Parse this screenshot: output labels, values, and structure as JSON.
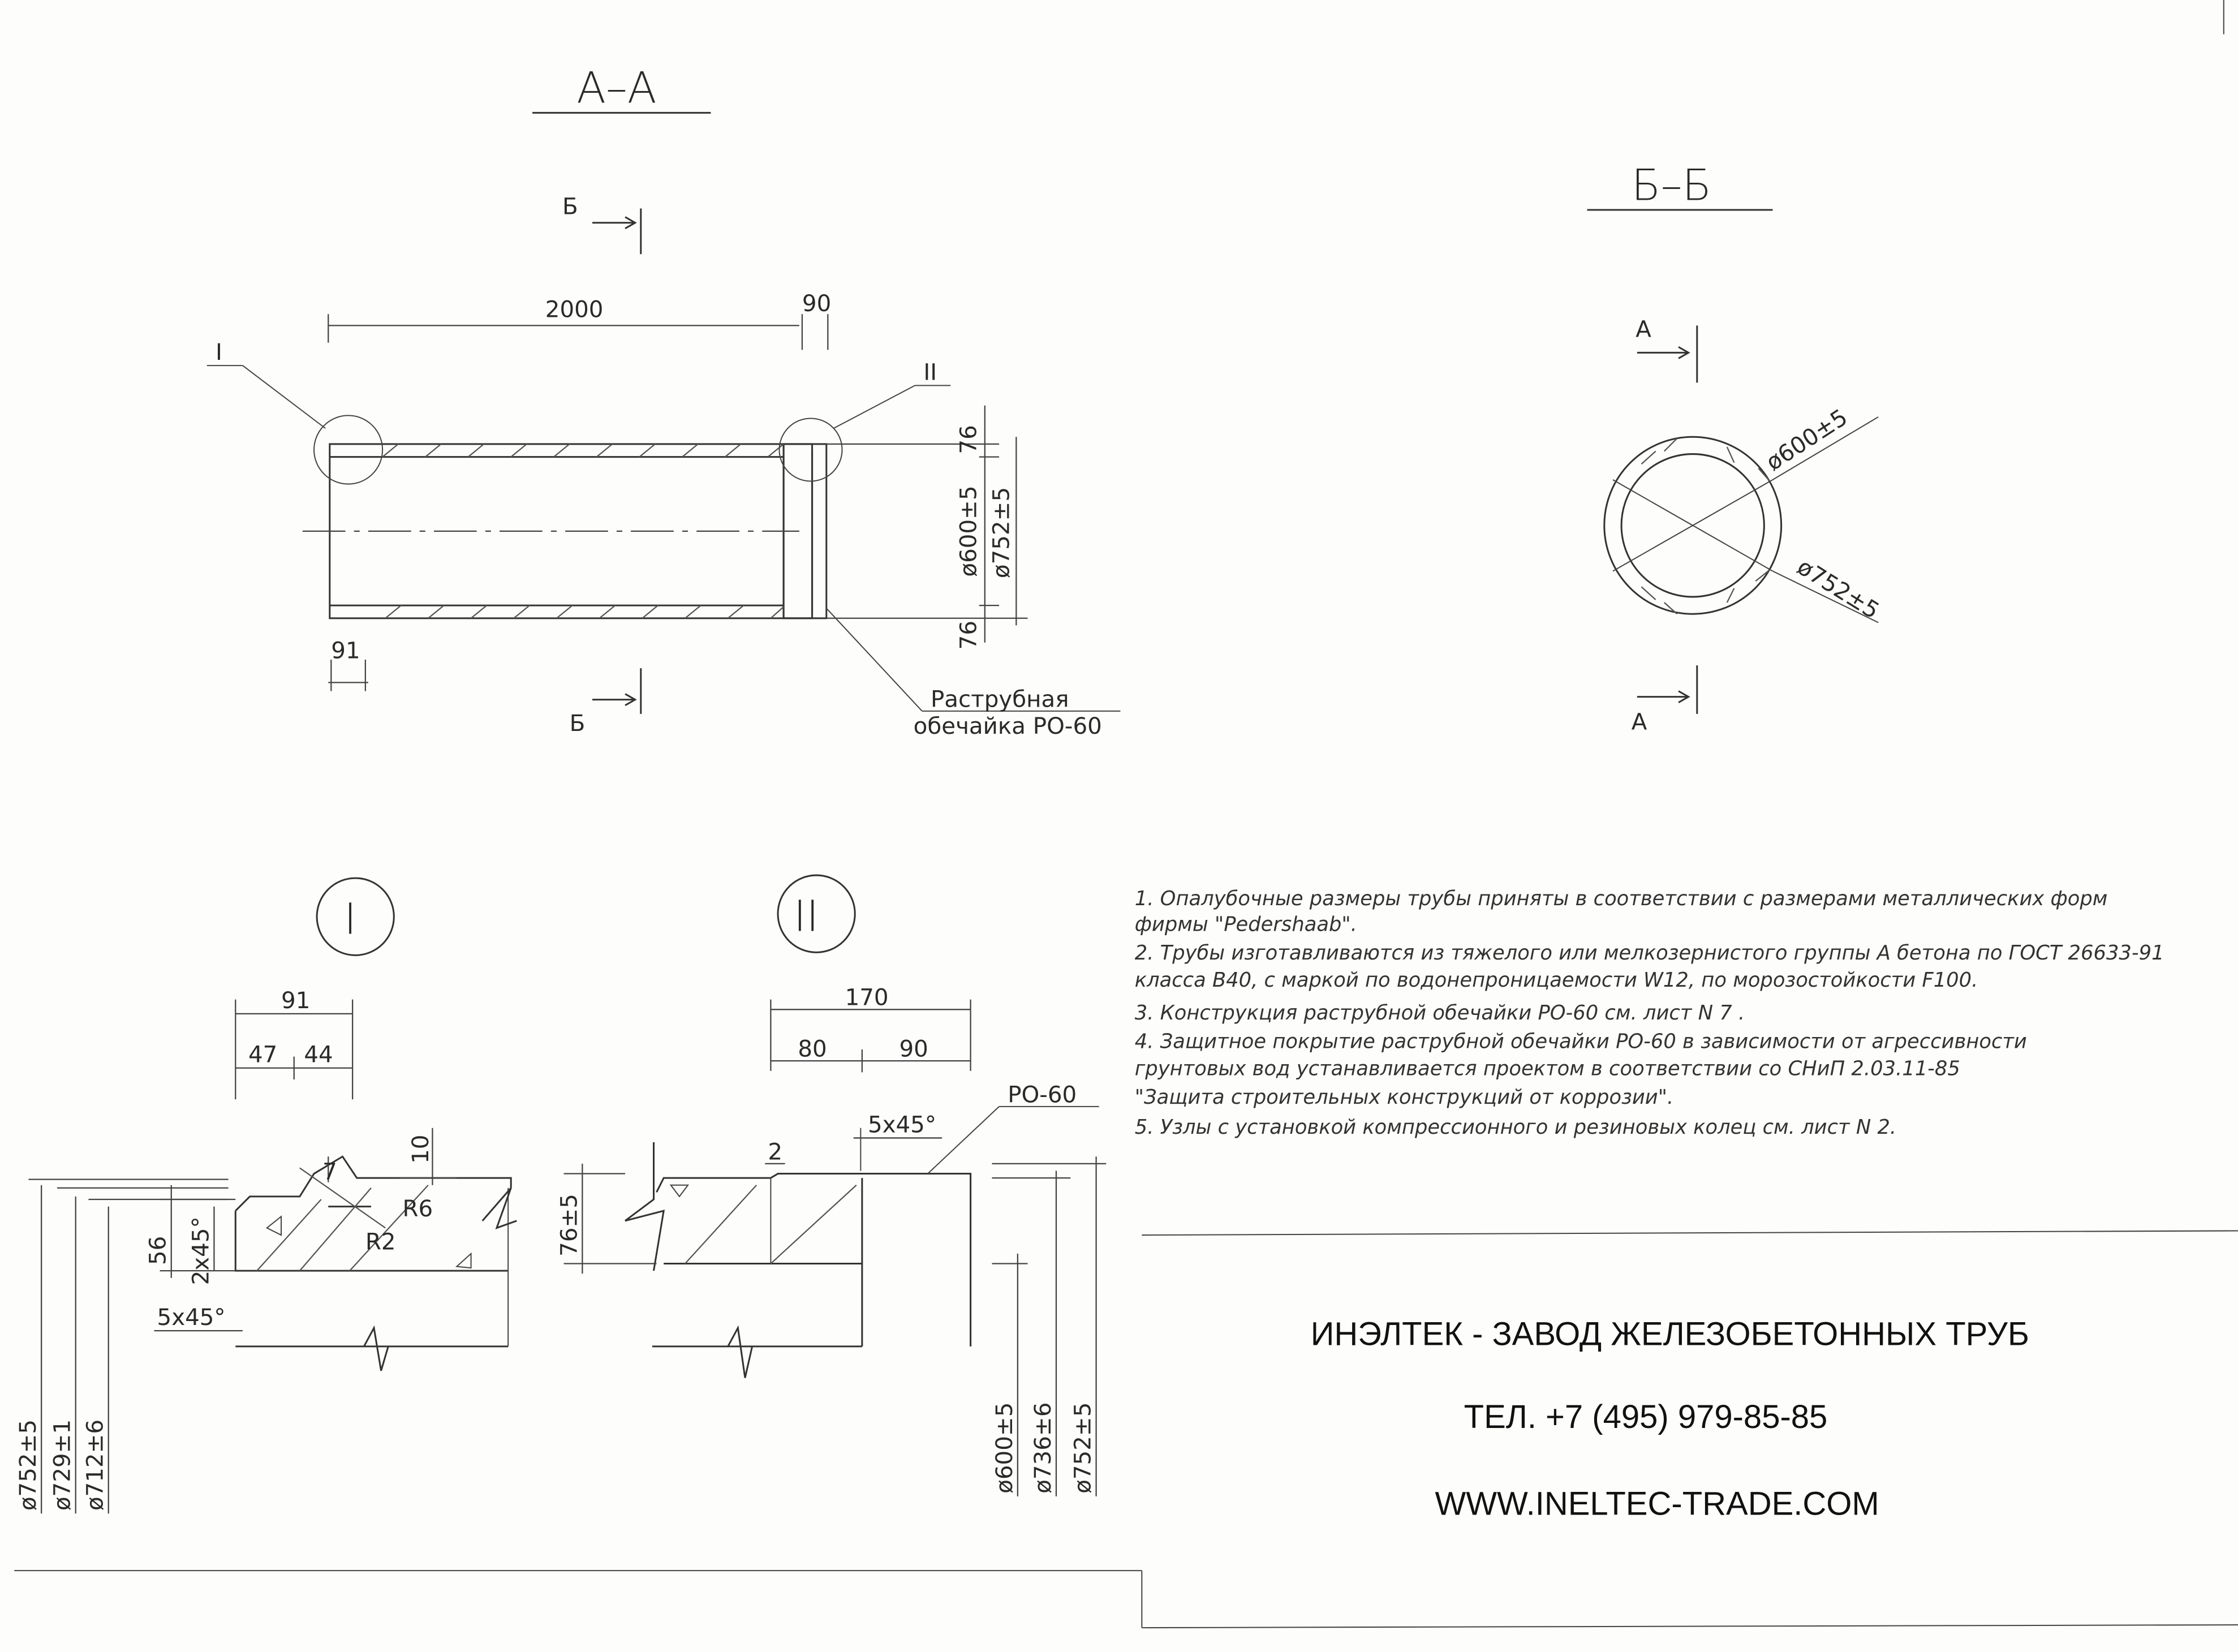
{
  "sections": {
    "aa_title": "А–А",
    "bb_title": "Б–Б",
    "cut_b": "Б",
    "cut_a": "А",
    "node_1": "I",
    "node_2": "II"
  },
  "view_aa": {
    "length": "2000",
    "socket_len": "90",
    "spigot_len": "91",
    "dia_inner": "ø600±5",
    "dia_outer": "ø752±5",
    "wall_top": "76",
    "wall_bottom": "76",
    "callout_line1": "Раструбная",
    "callout_line2": "обечайка РО-60"
  },
  "view_bb": {
    "dia_inner": "ø600±5",
    "dia_outer": "ø752±5"
  },
  "detail_1": {
    "overall": "91",
    "part_a": "47",
    "part_b": "44",
    "chamfer_top": "7",
    "dim_10": "10",
    "r6": "R6",
    "r2": "R2",
    "dim_56": "56",
    "chamfer_2x45": "2x45°",
    "chamfer_5x45": "5x45°",
    "dia_752": "ø752±5",
    "dia_729": "ø729±1",
    "dia_712": "ø712±6"
  },
  "detail_2": {
    "overall": "170",
    "part_a": "80",
    "part_b": "90",
    "chamfer": "5x45°",
    "dim_2": "2",
    "ring": "РО-60",
    "wall": "76±5",
    "dia_600": "ø600±5",
    "dia_736": "ø736±6",
    "dia_752": "ø752±5"
  },
  "notes": [
    "1.  Опалубочные размеры трубы приняты в соответствии с размерами металлических форм",
    "     фирмы \"Pedershaab\".",
    "2.  Трубы изготавливаются из тяжелого или мелкозернистого группы А бетона по ГОСТ 26633-91",
    "     класса В40, с маркой по водонепроницаемости W12, по морозостойкости F100.",
    "3.  Конструкция раструбной обечайки РО-60 см. лист N 7 .",
    "4.  Защитное покрытие раструбной обечайки РО-60 в зависимости от агрессивности",
    "     грунтовых вод устанавливается проектом в соответствии со СНиП 2.03.11-85",
    "     \"Защита строительных конструкций от коррозии\".",
    "5.  Узлы с установкой компрессионного и резиновых колец см. лист N 2."
  ],
  "company": {
    "name": "ИНЭЛТЕК - ЗАВОД ЖЕЛЕЗОБЕТОННЫХ ТРУБ",
    "phone": "ТЕЛ. +7 (495) 979-85-85",
    "site": "WWW.INELTEC-TRADE.COM"
  }
}
